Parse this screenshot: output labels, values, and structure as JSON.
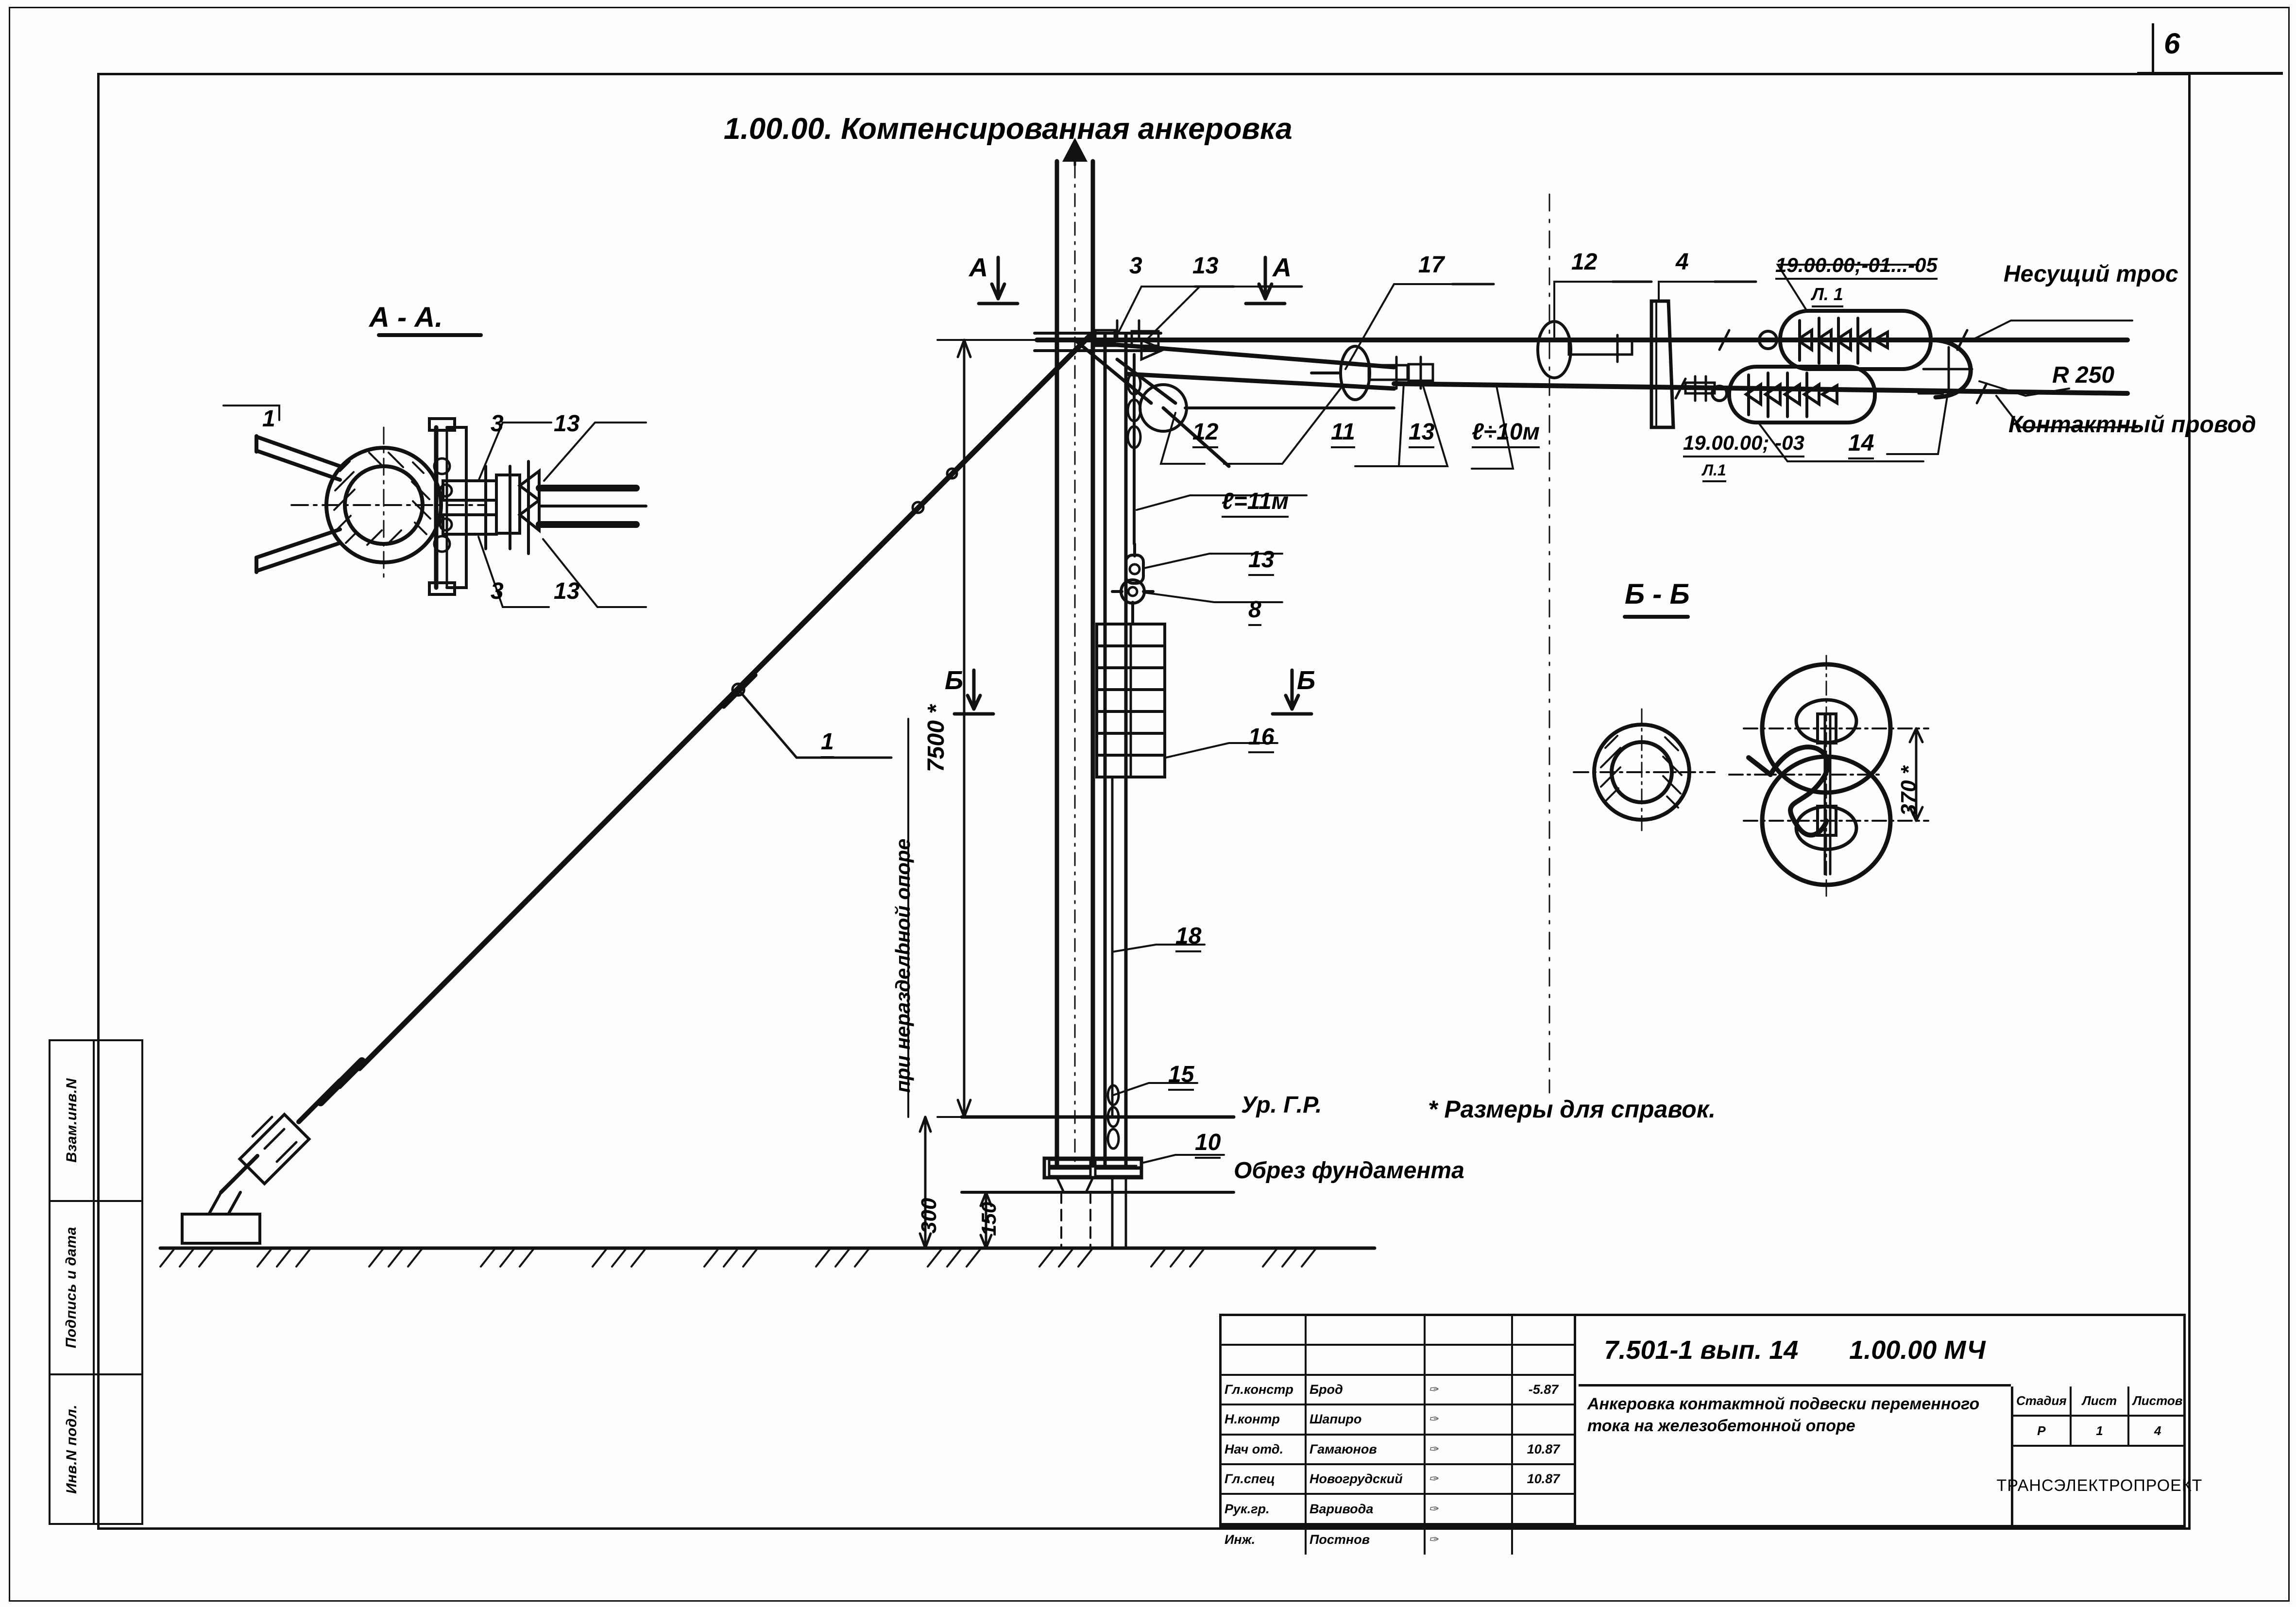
{
  "sheet": {
    "corner_number": "6"
  },
  "side_stamp": {
    "rows": [
      {
        "label": "Взам.инв.N"
      },
      {
        "label": "Подпись и дата"
      },
      {
        "label": "Инв.N подл."
      }
    ]
  },
  "drawing": {
    "title": "1.00.00.   Компенсированная анкеровка",
    "sections": {
      "a_a": "А - А.",
      "b_b": "Б - Б"
    },
    "note": "* Размеры для справок.",
    "section_markers": [
      {
        "letter": "А"
      },
      {
        "letter": "А"
      },
      {
        "letter": "Б"
      },
      {
        "letter": "Б"
      }
    ],
    "callouts": {
      "guy_wire": "1",
      "aa_1": "1",
      "aa_3_top": "3",
      "aa_13_top": "13",
      "aa_3_bottom": "3",
      "aa_13_bottom": "13",
      "top_3": "3",
      "top_13": "13",
      "top_17": "17",
      "top_12r": "12",
      "top_4": "4",
      "mid_12": "12",
      "mid_11": "11",
      "mid_13": "13",
      "n_13_mast": "13",
      "n_8": "8",
      "n_16": "16",
      "n_18": "18",
      "n_15": "15",
      "n_10": "10",
      "n_14": "14"
    },
    "dimensions": {
      "l_10m": "ℓ÷10м",
      "l_11m": "ℓ=11м",
      "height_7500": "7500 *",
      "height_note": "при неразделbной опоре",
      "dim_300": "300",
      "dim_150": "150",
      "radius": "R 250",
      "bb_370": "370 *"
    },
    "labels": {
      "carrying_cable": "Несущий трос",
      "contact_wire": "Контактный провод",
      "ground_level": "Ур. Г.Р.",
      "foundation_cut": "Обрез фундамента",
      "ref_insulator_top": "19.00.00;-01...-05",
      "ref_insulator_top_sub": "Л. 1",
      "ref_insulator_bot": "19.00.00; -03",
      "ref_insulator_bot_sub": "Л.1"
    }
  },
  "title_block": {
    "personnel": [
      {
        "role": "",
        "name": "",
        "sign": "",
        "date": ""
      },
      {
        "role": "",
        "name": "",
        "sign": "",
        "date": ""
      },
      {
        "role": "Гл.констр",
        "name": "Брод",
        "sign": "✑",
        "date": "-5.87"
      },
      {
        "role": "Н.контр",
        "name": "Шапиро",
        "sign": "✑",
        "date": ""
      },
      {
        "role": "Нач отд.",
        "name": "Гамаюнов",
        "sign": "✑",
        "date": "10.87"
      },
      {
        "role": "Гл.спец",
        "name": "Новогрудский",
        "sign": "✑",
        "date": "10.87"
      },
      {
        "role": "Рук.гр.",
        "name": "Варивода",
        "sign": "✑",
        "date": ""
      },
      {
        "role": "Инж.",
        "name": "Постнов",
        "sign": "✑",
        "date": ""
      }
    ],
    "code_left": "7.501-1 вып. 14",
    "code_right": "1.00.00 МЧ",
    "drawing_name": "Анкеровка контактной подвески переменного тока на железобетонной опоре",
    "stage_headers": {
      "stage": "Стадия",
      "sheet": "Лист",
      "sheets": "Листов"
    },
    "stage_values": {
      "stage": "Р",
      "sheet": "1",
      "sheets": "4"
    },
    "organization": "ТРАНСЭЛЕКТРОПРОЕКТ"
  }
}
